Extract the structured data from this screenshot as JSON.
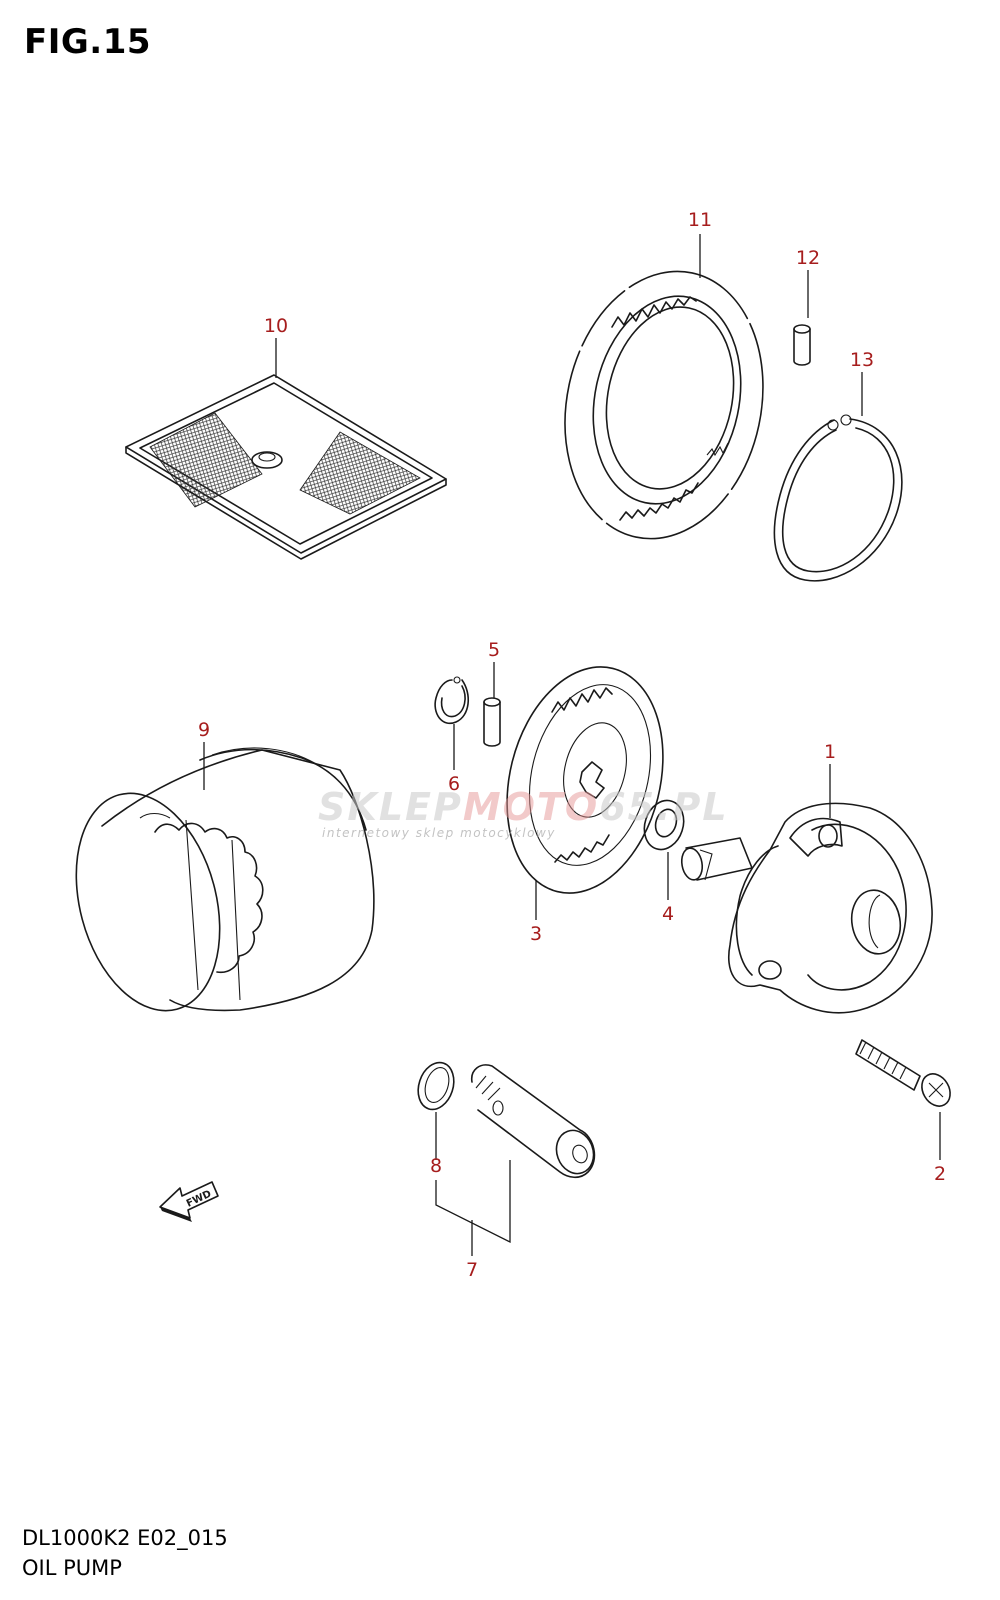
{
  "header": {
    "figure_label": "FIG.15"
  },
  "footer": {
    "model_code": "DL1000K2 E02_015",
    "section_title": "OIL PUMP"
  },
  "watermark": {
    "brand_part1": "SKLEP",
    "brand_part2": "MOTO",
    "brand_part3": "65.PL",
    "tagline": "internetowy sklep motocyklowy"
  },
  "fwd_marker": {
    "label": "FWD"
  },
  "callouts": [
    {
      "id": "1",
      "label": "1"
    },
    {
      "id": "2",
      "label": "2"
    },
    {
      "id": "3",
      "label": "3"
    },
    {
      "id": "4",
      "label": "4"
    },
    {
      "id": "5",
      "label": "5"
    },
    {
      "id": "6",
      "label": "6"
    },
    {
      "id": "7",
      "label": "7"
    },
    {
      "id": "8",
      "label": "8"
    },
    {
      "id": "9",
      "label": "9"
    },
    {
      "id": "10",
      "label": "10"
    },
    {
      "id": "11",
      "label": "11"
    },
    {
      "id": "12",
      "label": "12"
    },
    {
      "id": "13",
      "label": "13"
    }
  ]
}
